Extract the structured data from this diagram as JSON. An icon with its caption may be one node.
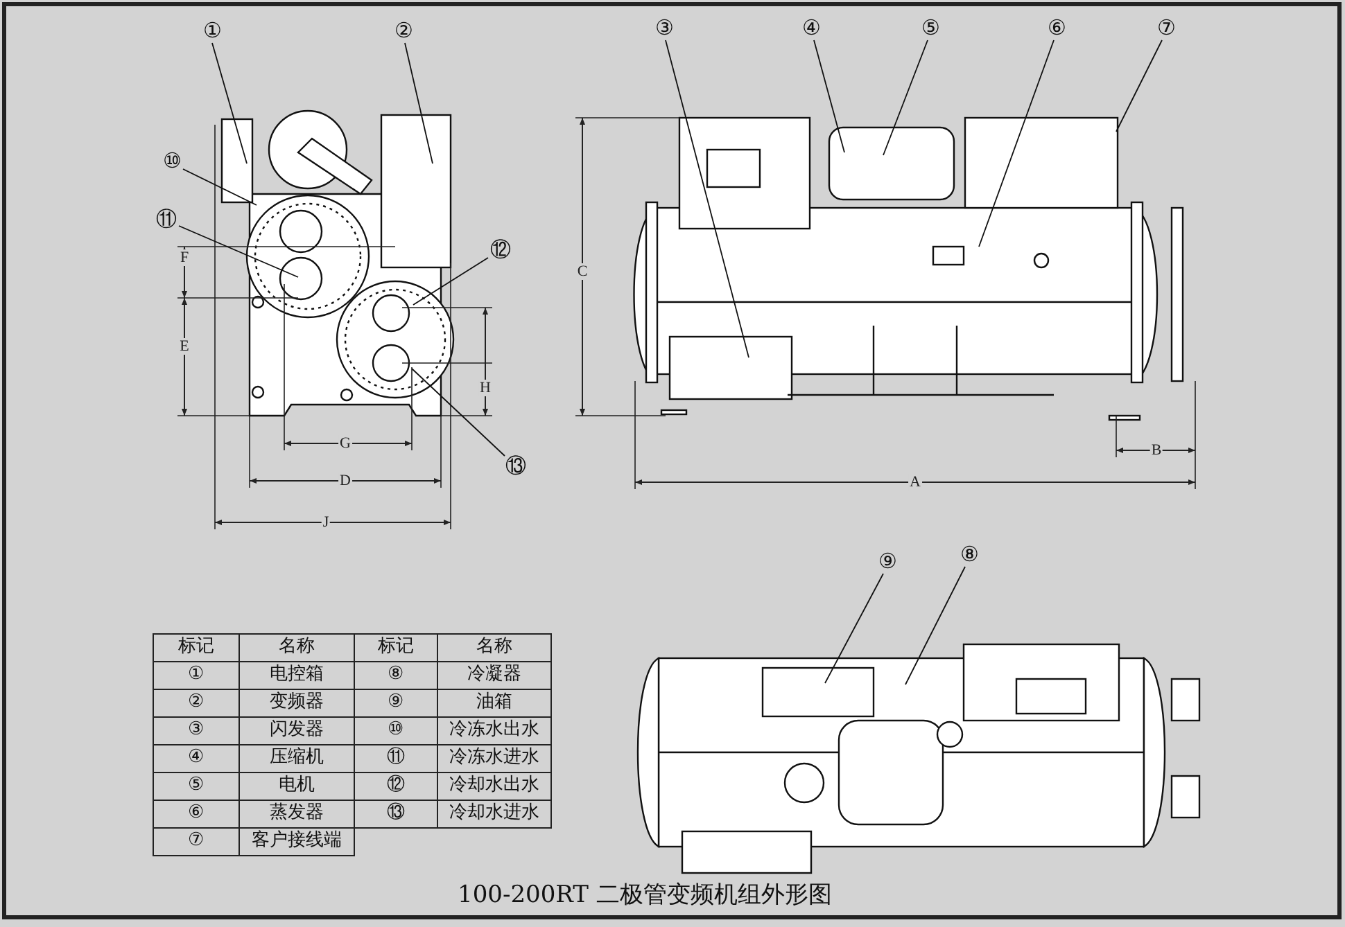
{
  "diagram": {
    "caption": "100-200RT 二极管变频机组外形图",
    "nodes": [
      {
        "text": [
          "①"
        ]
      },
      {
        "text": [
          "②"
        ]
      },
      {
        "text": [
          "③"
        ]
      },
      {
        "text": [
          "④"
        ]
      },
      {
        "text": [
          "⑤"
        ]
      },
      {
        "text": [
          "⑥"
        ]
      },
      {
        "text": [
          "⑦"
        ]
      },
      {
        "text": [
          "⑩"
        ]
      },
      {
        "text": [
          "⑪"
        ]
      },
      {
        "text": [
          "⑫"
        ]
      },
      {
        "text": [
          "⑬"
        ]
      },
      {
        "text": [
          "⑨"
        ]
      },
      {
        "text": [
          "⑧"
        ]
      }
    ],
    "edges": [
      {
        "from": 0,
        "to": null,
        "arrow": "none"
      },
      {
        "from": 1,
        "to": null,
        "arrow": "none"
      },
      {
        "from": 2,
        "to": null,
        "arrow": "none"
      },
      {
        "from": 3,
        "to": null,
        "arrow": "none"
      },
      {
        "from": 4,
        "to": null,
        "arrow": "none"
      },
      {
        "from": 5,
        "to": null,
        "arrow": "none"
      },
      {
        "from": 6,
        "to": null,
        "arrow": "none"
      },
      {
        "from": 7,
        "to": null,
        "arrow": "none"
      },
      {
        "from": 8,
        "to": null,
        "arrow": "none"
      },
      {
        "from": 9,
        "to": null,
        "arrow": "none"
      },
      {
        "from": 10,
        "to": null,
        "arrow": "none"
      },
      {
        "from": 11,
        "to": null,
        "arrow": "none"
      },
      {
        "from": 12,
        "to": null,
        "arrow": "none"
      }
    ],
    "labels": [
      "F",
      "C",
      "E",
      "H",
      "G",
      "B",
      "D",
      "A",
      "J",
      "标记",
      "名称",
      "标记",
      "名称",
      "①",
      "电控箱",
      "⑧",
      "冷凝器",
      "②",
      "变频器",
      "⑨",
      "油箱",
      "③",
      "闪发器",
      "⑩",
      "冷冻水出水",
      "④",
      "压缩机",
      "⑪",
      "冷冻水进水",
      "⑤",
      "电机",
      "⑫",
      "冷却水出水",
      "⑥",
      "蒸发器",
      "⑬",
      "冷却水进水",
      "⑦",
      "客户接线端"
    ]
  }
}
